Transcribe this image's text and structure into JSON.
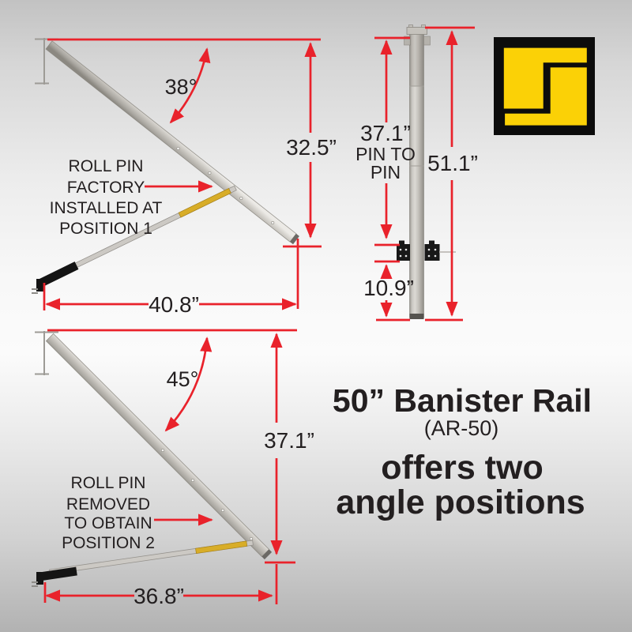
{
  "colors": {
    "accent_red": "#e9222b",
    "logo_yellow": "#fbd106",
    "logo_black": "#0c0c0c",
    "rail_gray": "#c9c6c0",
    "roll_pin_yellow": "#d8ad28",
    "text_black": "#231f20"
  },
  "position1": {
    "angle": "38°",
    "height": "32.5”",
    "width": "40.8”",
    "note": [
      "ROLL PIN",
      "FACTORY",
      "INSTALLED AT",
      "POSITION 1"
    ]
  },
  "post": {
    "pin_dim": "37.1”",
    "pin_line2": "PIN TO",
    "pin_line3": "PIN",
    "overall": "51.1”",
    "lower": "10.9”"
  },
  "position2": {
    "angle": "45°",
    "height": "37.1”",
    "width": "36.8”",
    "note": [
      "ROLL PIN",
      "REMOVED",
      "TO OBTAIN",
      "POSITION 2"
    ]
  },
  "title": {
    "line1": "50” Banister Rail",
    "line2": "(AR-50)",
    "line3": "offers two",
    "line4": "angle positions"
  }
}
